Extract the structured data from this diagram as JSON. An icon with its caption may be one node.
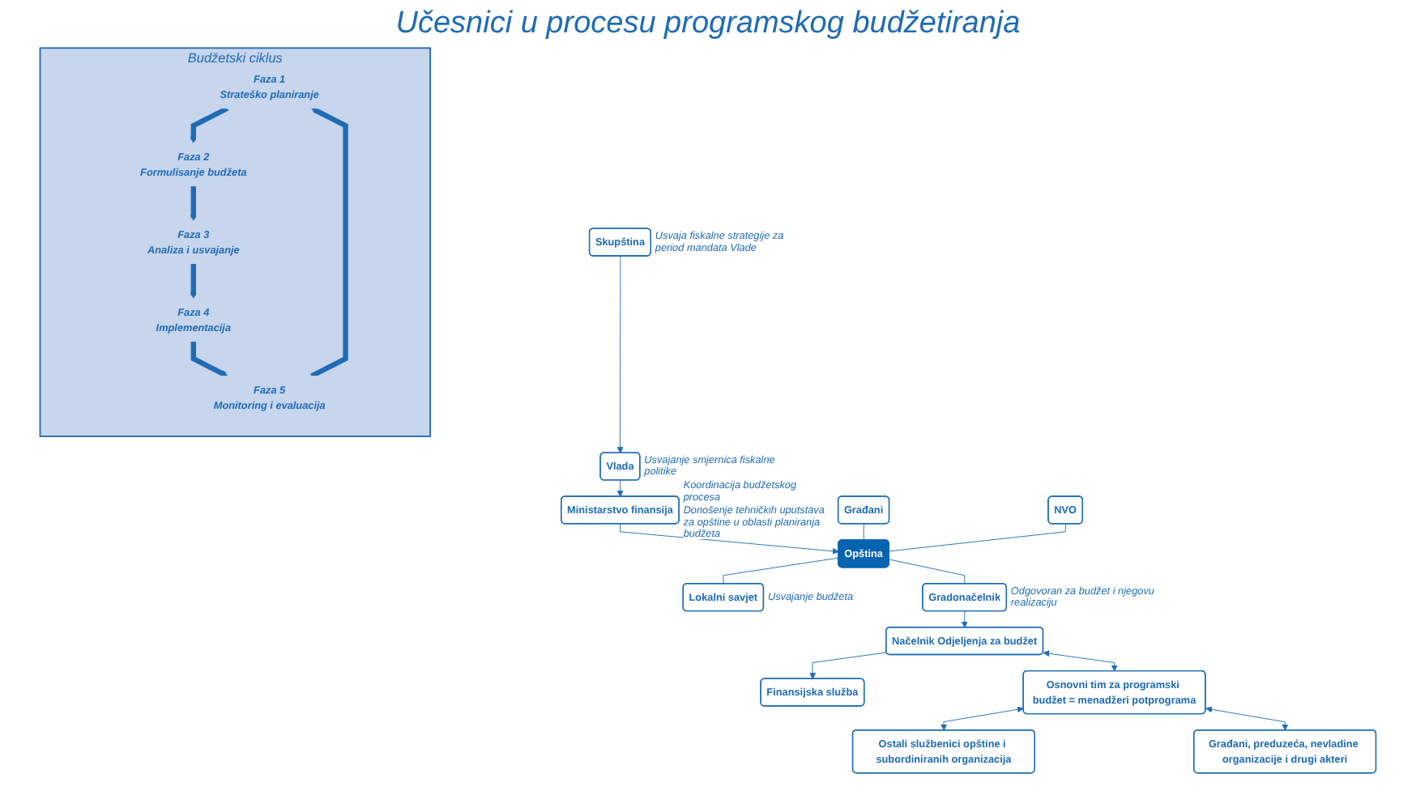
{
  "diagram": {
    "title": "Učesnici u procesu programskog budžetiranja",
    "nodes": [
      {
        "text": [
          "Budžetski ciklus"
        ]
      },
      {
        "text": [
          "Faza 1",
          "Strateško planiranje"
        ],
        "in": 0
      },
      {
        "text": [
          "Faza 2",
          "Formulisanje budžeta"
        ],
        "in": 0
      },
      {
        "text": [
          "Faza 3",
          "Analiza i usvajanje"
        ],
        "in": 0
      },
      {
        "text": [
          "Faza 4",
          "Implementacija"
        ],
        "in": 0
      },
      {
        "text": [
          "Faza 5",
          "Monitoring i evaluacija"
        ],
        "in": 0
      },
      {
        "text": [
          "Skupština"
        ],
        "beside": [
          "Usvaja fiskalne strategije za period mandata Vlade"
        ]
      },
      {
        "text": [
          "Vlada"
        ],
        "beside": [
          "Usvajanje smjernica fiskalne politike"
        ]
      },
      {
        "text": [
          "Ministarstvo finansija"
        ],
        "beside": [
          "Koordinacija budžetskog procesa",
          "Donošenje tehničkih uputstava za opštine u oblasti planiranja budžeta"
        ]
      },
      {
        "text": [
          "Građani"
        ]
      },
      {
        "text": [
          "NVO"
        ]
      },
      {
        "text": [
          "Opština"
        ]
      },
      {
        "text": [
          "Lokalni savjet"
        ],
        "beside": [
          "Usvajanje budžeta"
        ]
      },
      {
        "text": [
          "Gradonačelnik"
        ],
        "beside": [
          "Odgovoran za budžet i njegovu realizaciju"
        ]
      },
      {
        "text": [
          "Finansijska služba"
        ]
      },
      {
        "text": [
          "Načelnik Odjeljenja za budžet"
        ]
      },
      {
        "text": [
          "Osnovni tim za programski budžet = menadžeri potprograma"
        ]
      },
      {
        "text": [
          "Ostali službenici opštine i subordiniranih organizacija"
        ]
      },
      {
        "text": [
          "Građani, preduzeća, nevladine organizacije i drugi akteri"
        ]
      }
    ],
    "edges": [
      {
        "from": 5,
        "to": 1,
        "arrow": "to",
        "style": "thick"
      },
      {
        "from": 1,
        "to": 2,
        "arrow": "to",
        "style": "thick"
      },
      {
        "from": 2,
        "to": 3,
        "arrow": "to",
        "style": "thick"
      },
      {
        "from": 3,
        "to": 4,
        "arrow": "to",
        "style": "thick"
      },
      {
        "from": 4,
        "to": 5,
        "arrow": "to",
        "style": "thick"
      },
      {
        "from": 6,
        "to": 7,
        "arrow": "to"
      },
      {
        "from": 7,
        "to": 8,
        "arrow": "to"
      },
      {
        "from": 8,
        "to": 11,
        "arrow": "to"
      },
      {
        "from": 9,
        "to": 11,
        "arrow": "none"
      },
      {
        "from": 10,
        "to": 11,
        "arrow": "none"
      },
      {
        "from": 11,
        "to": 12,
        "arrow": "none"
      },
      {
        "from": 11,
        "to": 13,
        "arrow": "none"
      },
      {
        "from": 13,
        "to": 15,
        "arrow": "to"
      },
      {
        "from": 15,
        "to": 14,
        "arrow": "to"
      },
      {
        "from": 15,
        "to": 16,
        "arrow": "both"
      },
      {
        "from": 16,
        "to": 17,
        "arrow": "both"
      },
      {
        "from": 16,
        "to": 18,
        "arrow": "both"
      }
    ]
  }
}
